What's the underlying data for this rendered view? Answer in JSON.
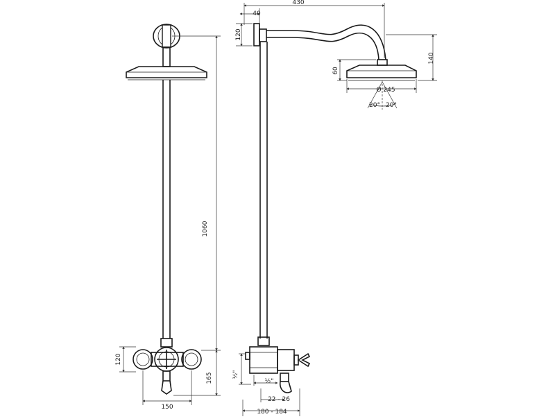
{
  "dimensions": {
    "projection": "430",
    "arm_offset": "40",
    "bracket_height": "120",
    "head_drop": "60",
    "head_height": "140",
    "head_diameter": "Ø 245",
    "spray_angle_left": "20°",
    "spray_angle_right": "20°",
    "riser_length": "1060",
    "valve_height": "120",
    "valve_to_floor": "165",
    "valve_spacing": "150",
    "inlet_thread": "½\"",
    "outlet_thread": "½\"",
    "wall_offset": "22 - 26",
    "wall_projection": "180 - 184"
  }
}
